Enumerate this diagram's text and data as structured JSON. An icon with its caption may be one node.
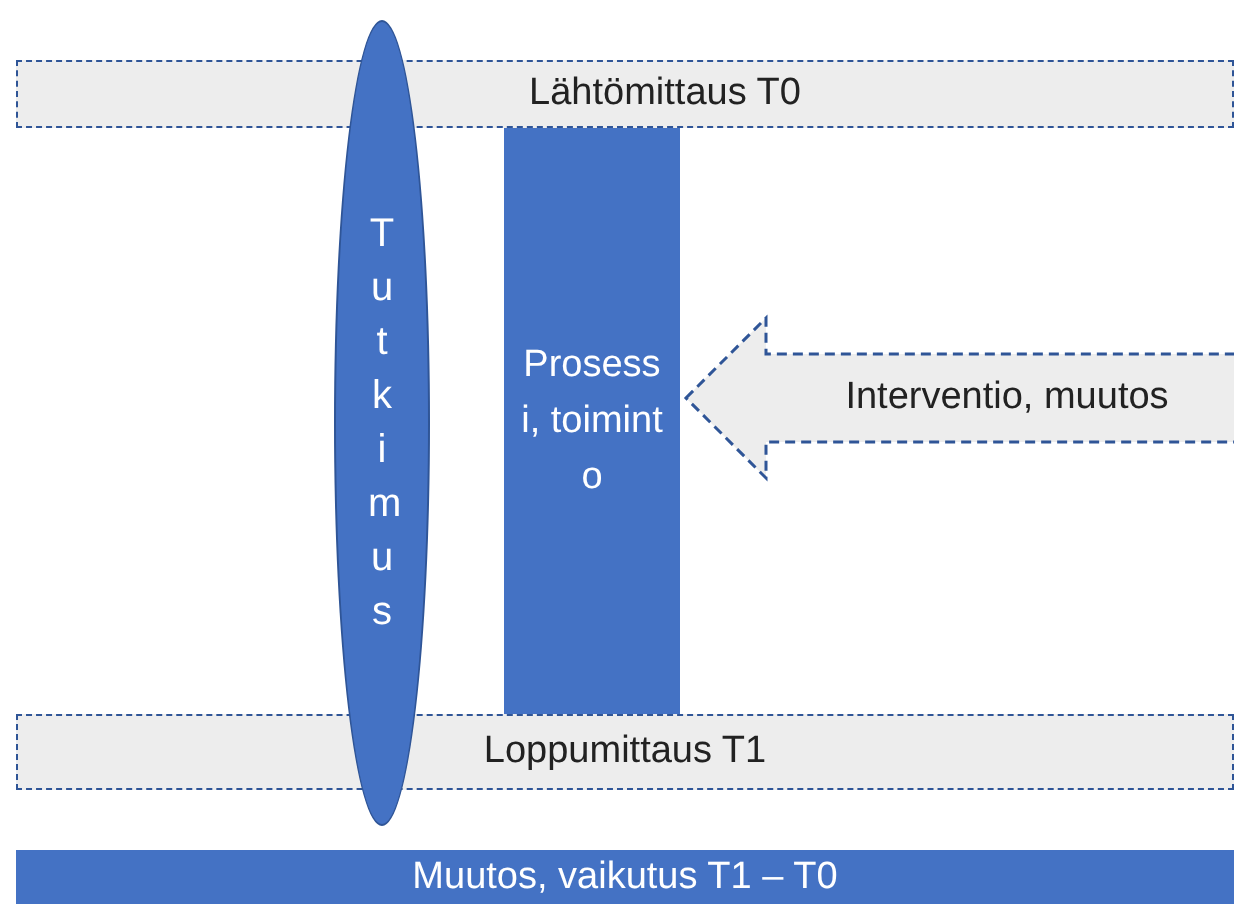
{
  "diagram": {
    "nodes": [
      {
        "text": [
          "Lähtömittaus T0"
        ]
      },
      {
        "text": [
          "Tutkimus"
        ]
      },
      {
        "text": [
          "Prosessi, toiminto"
        ]
      },
      {
        "text": [
          "Interventio, muutos"
        ]
      },
      {
        "text": [
          "Loppumittaus T1"
        ]
      },
      {
        "text": [
          "Muutos, vaikutus T1 – T0"
        ]
      }
    ]
  }
}
